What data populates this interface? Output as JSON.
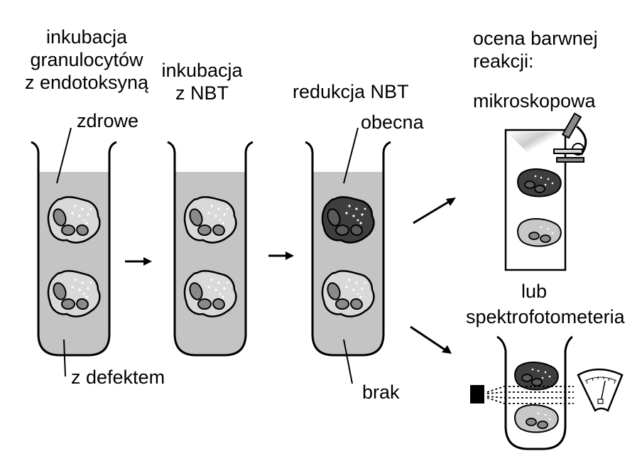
{
  "steps": {
    "step1_line1": "inkubacja",
    "step1_line2": "granulocytów",
    "step1_line3": "z endotoksyną",
    "step2_line1": "inkubacja",
    "step2_line2": "z NBT",
    "step3": "redukcja NBT",
    "step4_line1": "ocena barwnej",
    "step4_line2": "reakcji:"
  },
  "labels": {
    "healthy": "zdrowe",
    "defective": "z defektem",
    "present": "obecna",
    "absent": "brak",
    "microscopy": "mikroskopowa",
    "or": "lub",
    "spectrophotometry": "spektrofotometeria"
  },
  "colors": {
    "liquid": "#c4c4c4",
    "cell_light": "#d9d9d9",
    "cell_dark": "#3e3e3e",
    "nucleus": "#8a8a8a"
  }
}
